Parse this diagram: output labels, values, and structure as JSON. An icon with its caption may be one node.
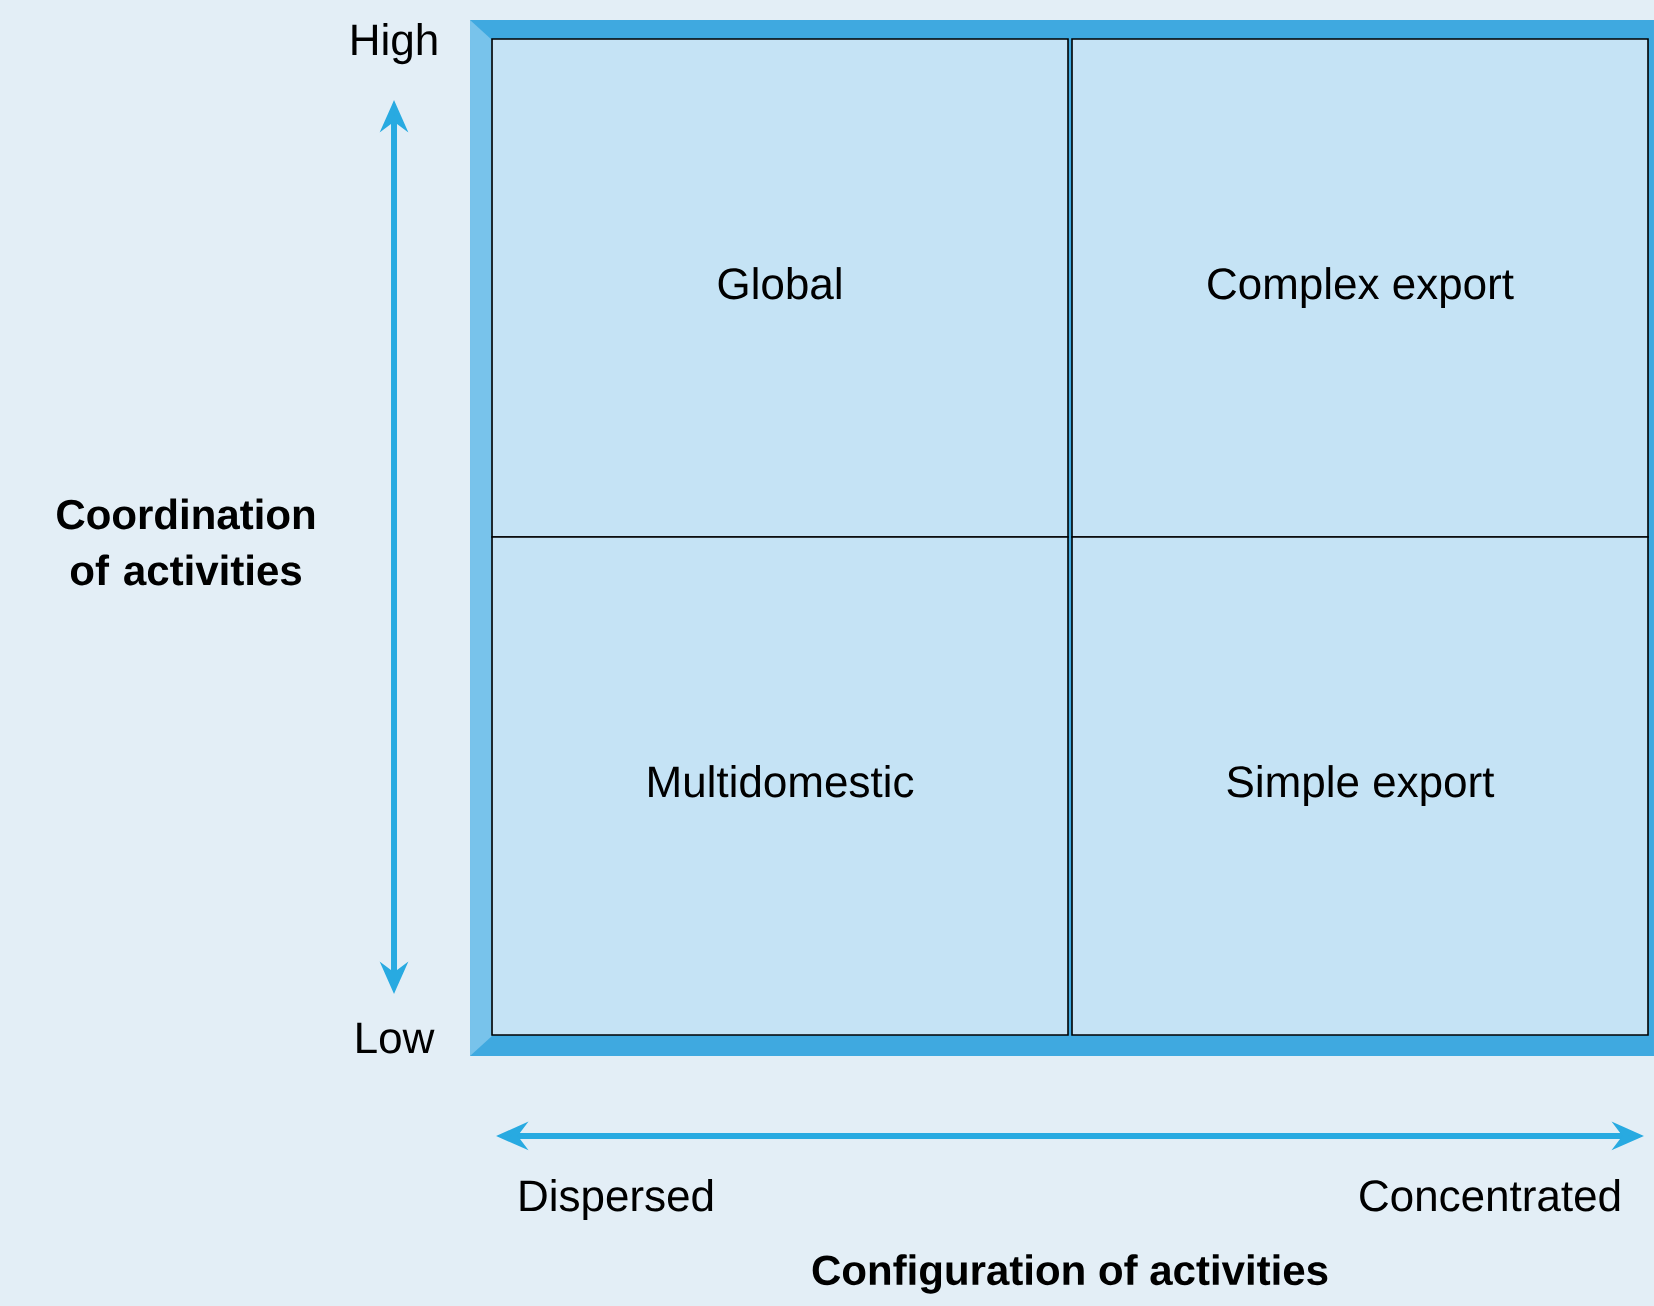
{
  "diagram": {
    "nodes": [
      {
        "text": [
          "Global"
        ]
      },
      {
        "text": [
          "Complex export"
        ]
      },
      {
        "text": [
          "Multidomestic"
        ]
      },
      {
        "text": [
          "Simple export"
        ]
      }
    ],
    "labels": [
      "High",
      "Coordination of activities",
      "Low",
      "Dispersed",
      "Concentrated",
      "Configuration of activities"
    ]
  }
}
